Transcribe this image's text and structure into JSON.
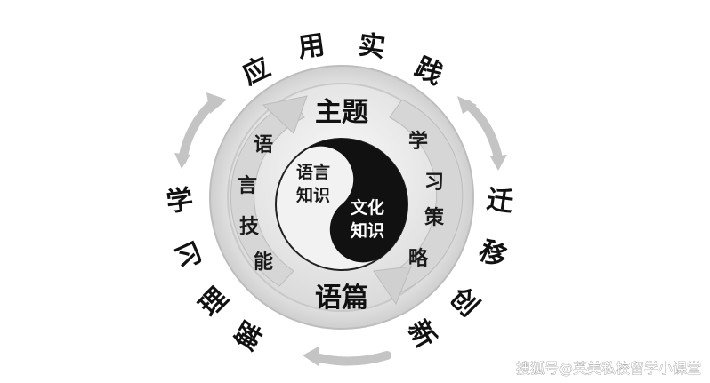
{
  "outer_ring": {
    "top": [
      "应",
      "用",
      "实",
      "践"
    ],
    "right": [
      "迁",
      "移",
      "创",
      "新"
    ],
    "left": [
      "学",
      "习",
      "理",
      "解"
    ]
  },
  "inner_ring": {
    "top_label": "主题",
    "bottom_label": "语篇",
    "left_arc": [
      "语",
      "言",
      "技",
      "能"
    ],
    "right_arc": [
      "学",
      "习",
      "策",
      "略"
    ]
  },
  "core": {
    "language_knowledge": [
      "语言",
      "知识"
    ],
    "culture_knowledge": [
      "文化",
      "知识"
    ]
  },
  "watermark": "搜狐号@英美私校留学小课堂",
  "colors": {
    "ring_outer": "#d9d9d9",
    "ring_inner": "#ededed",
    "arrow_gray": "#c4c4c4",
    "yin_dark": "#111111",
    "yang_light": "#f2f2f2"
  }
}
